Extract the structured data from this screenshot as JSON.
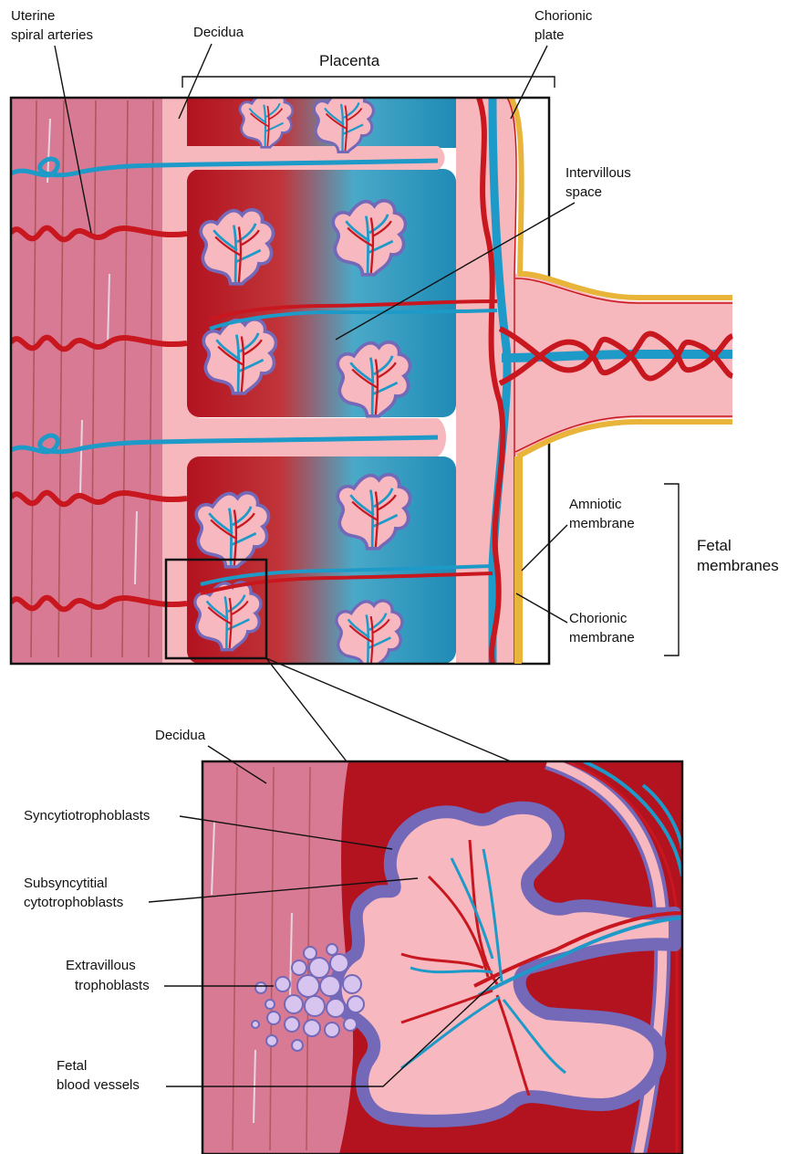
{
  "labels": {
    "uterine_spiral_arteries": [
      "Uterine",
      "spiral arteries"
    ],
    "decidua_top": "Decidua",
    "placenta": "Placenta",
    "chorionic_plate": [
      "Chorionic",
      "plate"
    ],
    "intervillous_space": [
      "Intervillous",
      "space"
    ],
    "amniotic_membrane": [
      "Amniotic",
      "membrane"
    ],
    "chorionic_membrane": [
      "Chorionic",
      "membrane"
    ],
    "fetal_membranes": [
      "Fetal",
      "membranes"
    ],
    "decidua_bottom": "Decidua",
    "syncytiotrophoblasts": "Syncytiotrophoblasts",
    "subsyncytitial_cytotrophoblasts": [
      "Subsyncytitial",
      "cytotrophoblasts"
    ],
    "extravillous_trophoblasts": [
      "Extravillous",
      "trophoblasts"
    ],
    "fetal_blood_vessels": [
      "Fetal",
      "blood vessels"
    ]
  },
  "colors": {
    "myometrium": "#d97a94",
    "decidua": "#f6b7bd",
    "maternal_blood": "#b3121f",
    "intervillous_blue": "#2a8fb8",
    "vein": "#1e9ac8",
    "artery": "#c8171f",
    "villus_fill": "#f7b8bf",
    "syncytio": "#7468b8",
    "amnion": "#e8b43a"
  }
}
